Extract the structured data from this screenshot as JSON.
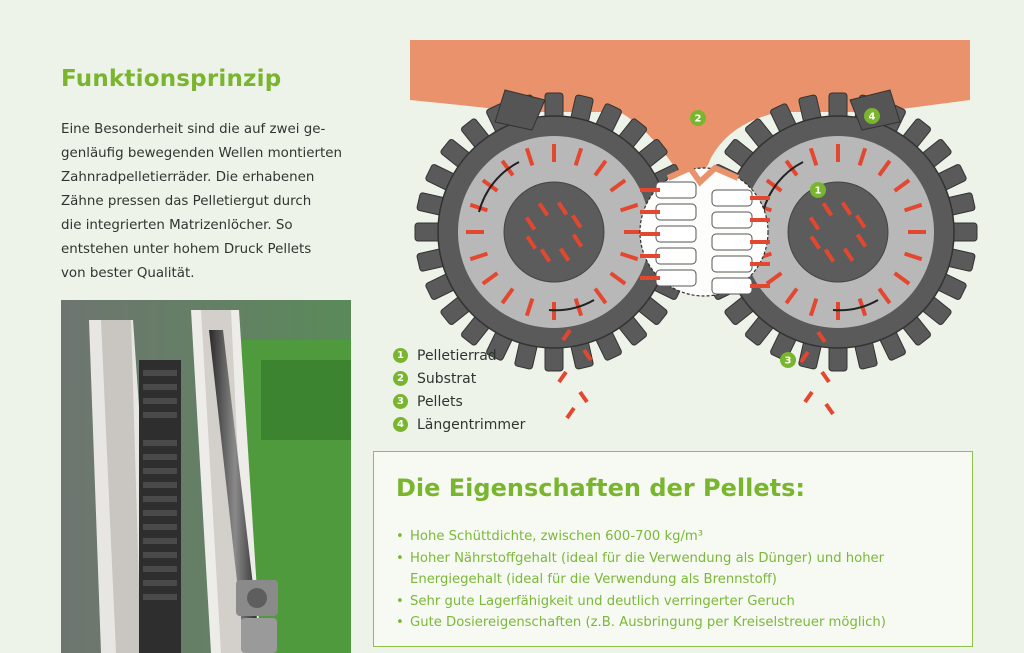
{
  "title": "Funktionsprinzip",
  "intro_lines": [
    "Eine Besonderheit sind die auf zwei ge-",
    "genläufig bewegenden Wellen montierten",
    "Zahnradpelletierräder. Die erhabenen",
    "Zähne pressen das Pelletiergut durch",
    "die integrierten Matrizenlöcher. So",
    "entstehen unter hohem Druck Pellets",
    "von bester Qualität."
  ],
  "diagram_markers": [
    "1",
    "2",
    "3",
    "4"
  ],
  "legend": [
    {
      "num": "1",
      "label": "Pelletierrad"
    },
    {
      "num": "2",
      "label": "Substrat"
    },
    {
      "num": "3",
      "label": "Pellets"
    },
    {
      "num": "4",
      "label": "Längentrimmer"
    }
  ],
  "properties": {
    "title": "Die Eigenschaften der Pellets:",
    "items": [
      {
        "line1": "Hohe Schüttdichte, zwischen 600-700 kg/m³",
        "line2": ""
      },
      {
        "line1": "Hoher Nährstoffgehalt (ideal für die Verwendung als Dünger) und hoher",
        "line2": "Energiegehalt (ideal für die Verwendung als Brennstoff)"
      },
      {
        "line1": "Sehr gute Lagerfähigkeit und deutlich verringerter Geruch",
        "line2": ""
      },
      {
        "line1": "Gute Dosiereigenschaften (z.B. Ausbringung per Kreiselstreuer möglich)",
        "line2": ""
      }
    ]
  },
  "colors": {
    "accent_green": "#79b52e",
    "substrate": "#e9926b",
    "pellet_red": "#e4472f",
    "gear_dark": "#5a5a5a",
    "gear_light": "#b8b8b8"
  },
  "icons": [
    "gear-wheel-left",
    "gear-wheel-right",
    "rotation-arrow",
    "pellet-output",
    "machine-photo"
  ]
}
